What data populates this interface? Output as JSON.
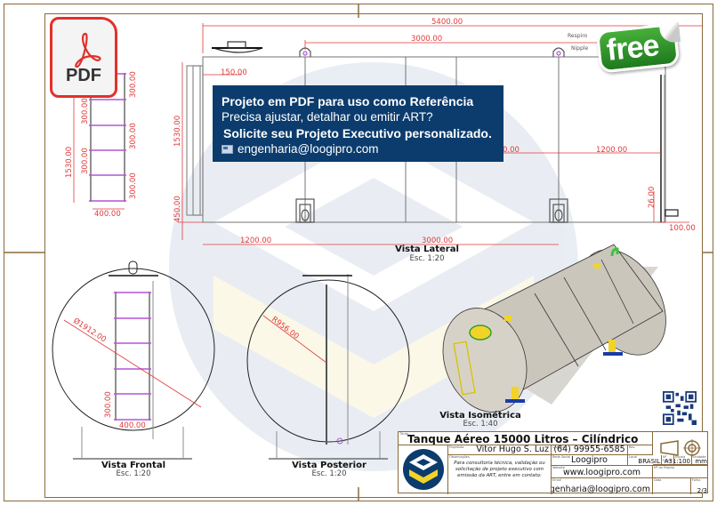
{
  "promo": {
    "line1": "Projeto em PDF para uso como Referência",
    "line2": "Precisa ajustar, detalhar ou emitir ART?",
    "line3": "Solicite seu Projeto Executivo personalizado.",
    "email": "engenharia@loogipro.com",
    "icon": "envelope-icon",
    "background": "#0b3c6d"
  },
  "badges": {
    "pdf_label": "PDF",
    "free_label": "free",
    "pdf_color": "#e0312b",
    "free_color": "#2e9a2a"
  },
  "views": {
    "lateral": {
      "title": "Vista Lateral",
      "scale": "Esc. 1:20",
      "dims": {
        "overall_length": "5400.00",
        "support_spacing": "3000.00",
        "support_spacing_bottom": "3000.00",
        "nozzle_offset": "150.00",
        "height": "1530.00",
        "leg_height": "450.00",
        "end_to_support_left": "1200.00",
        "end_to_support_right": "1200.00",
        "right_partial": "0.00",
        "drain_height": "26.00",
        "drain_offset": "100.00"
      },
      "notes": {
        "respiro": "Respiro",
        "nipple": "Nipple"
      }
    },
    "ladder": {
      "dims": {
        "rung_1": "300.00",
        "rung_2": "300.00",
        "rung_3": "300.00",
        "rung_4": "300.00",
        "rung_5": "300.00",
        "rung_6": "300.00",
        "total_height": "1530.00",
        "width": "400.00"
      }
    },
    "frontal": {
      "title": "Vista Frontal",
      "scale": "Esc. 1:20",
      "dims": {
        "diameter": "Ø1912.00",
        "rung": "300.00",
        "width": "400.00"
      }
    },
    "posterior": {
      "title": "Vista Posterior",
      "scale": "Esc. 1:20",
      "dims": {
        "radius": "R956.00"
      }
    },
    "isometric": {
      "title": "Vista Isométrica",
      "scale": "Esc. 1:40"
    }
  },
  "title_block": {
    "title": "Tanque Aéreo 15000 Litros – Cilíndrico",
    "captions": {
      "title": "Título",
      "designer": "Projetista",
      "contact": "Contato",
      "observations": "Observações",
      "company": "Rede Social",
      "website": "Website",
      "email": "Email",
      "country": "Local",
      "paper": "Nº Folha",
      "scale": "Escala",
      "unit": "Unidade",
      "rev": "Rev.",
      "sheet": "Folha",
      "date": "Data",
      "drawing_no": "Nº do Projeto"
    },
    "designer": "Vitor Hugo S. Luz",
    "contact": "(64) 99955-6585",
    "observations": "Para consultoria técnica, validação ou solicitação de projeto executivo com emissão da ART, entre em contato:",
    "company": "Loogipro",
    "website": "www.loogipro.com",
    "email": "engenharia@loogipro.com",
    "country": "BRASIL",
    "paper": "A3",
    "scale": "1:100",
    "unit": "mm",
    "sheet": "2/3"
  },
  "colors": {
    "frame": "#8a6a3a",
    "dimension": "#e03a3a",
    "ladder_rung": "#b255d6",
    "tank_body": "#ccc6bb",
    "accent_yellow": "#f2d32a",
    "accent_green": "#3cc43c",
    "logo_blue": "#0b3c6d"
  }
}
